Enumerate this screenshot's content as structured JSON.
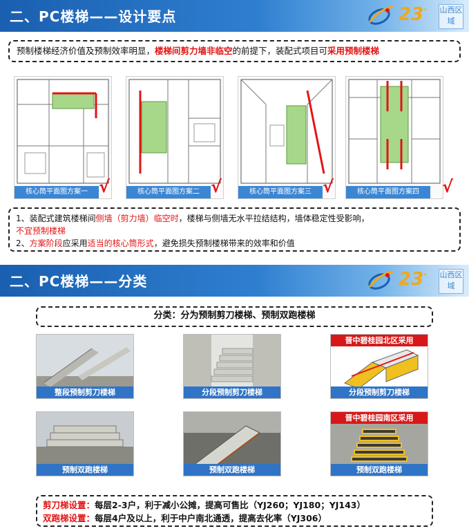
{
  "slide1": {
    "title": "二、PC楼梯——设计要点",
    "summary": {
      "part1": "预制楼梯经济价值及预制效率明显，",
      "part2": "楼梯间剪力墙非临空",
      "part3": "的前提下，装配式项目可",
      "part4": "采用预制楼梯"
    },
    "plans": [
      {
        "caption": "核心筒平面图方案一"
      },
      {
        "caption": "核心筒平面图方案二"
      },
      {
        "caption": "核心筒平面图方案三"
      },
      {
        "caption": "核心筒平面图方案四"
      }
    ],
    "check_mark": "√",
    "notes": {
      "n1_a": "1、装配式建筑楼梯间",
      "n1_b": "侧墙（剪力墙）临空时",
      "n1_c": "，楼梯与侧墙无水平拉结结构，墙体稳定性受影响，",
      "n1_d": "不宜预制楼梯",
      "n2_a": "2、",
      "n2_b": "方案阶段",
      "n2_c": "应采用",
      "n2_d": "适当的核心筒形式",
      "n2_e": "，避免损失预制楼梯带来的效率和价值"
    }
  },
  "slide2": {
    "title": "二、PC楼梯——分类",
    "classification": "分类：分为预制剪刀楼梯、预制双跑楼梯",
    "photos": [
      {
        "caption": "整段预制剪刀楼梯",
        "banner": ""
      },
      {
        "caption": "分段预制剪刀楼梯",
        "banner": ""
      },
      {
        "caption": "分段预制剪刀楼梯",
        "banner": "晋中碧桂园北区采用"
      },
      {
        "caption": "预制双跑楼梯",
        "banner": ""
      },
      {
        "caption": "预制双跑楼梯",
        "banner": ""
      },
      {
        "caption": "预制双跑楼梯",
        "banner": "晋中碧桂园南区采用"
      }
    ],
    "settings": {
      "scissor_label": "剪刀梯设置：",
      "scissor_text": "每层2-3户，利于减小公摊，提高可售比（YJ260；YJ180；YJ143）",
      "double_label": "双跑梯设置：",
      "double_text": "每层4户及以上，利于中户南北通透，提高去化率（YJ306）"
    }
  },
  "logo": {
    "number": "23",
    "region": "山西区域"
  },
  "colors": {
    "header_blue": "#1a5fb0",
    "accent_red": "#e21414",
    "caption_blue": "#3b86d4",
    "logo_gold": "#f0a818"
  }
}
